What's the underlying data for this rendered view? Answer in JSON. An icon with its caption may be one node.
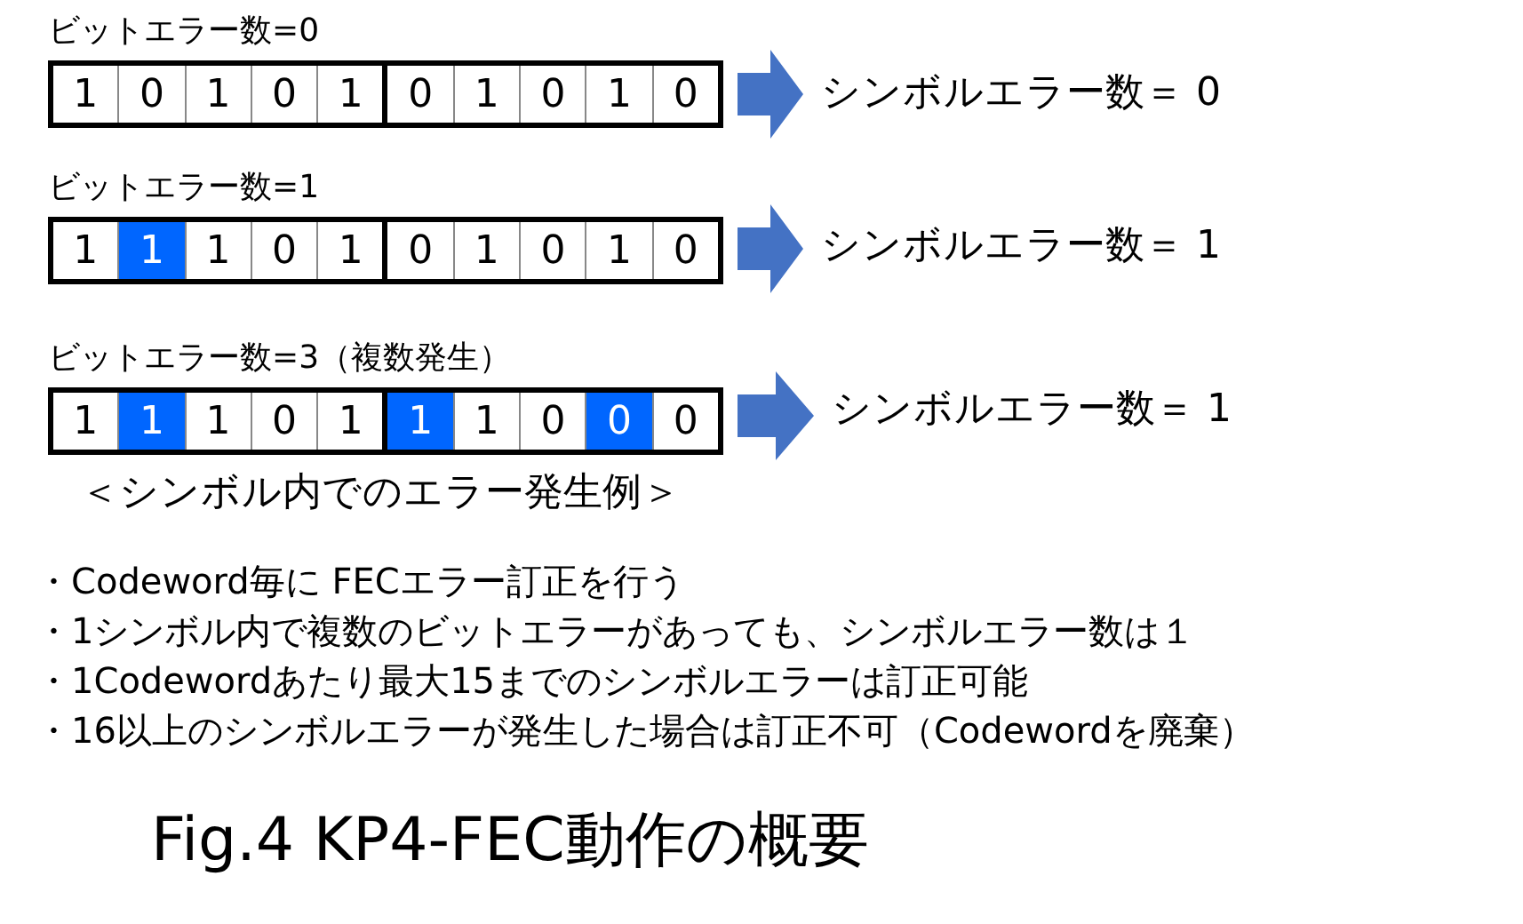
{
  "diagram": {
    "caption": "Fig.4 KP4-FEC動作の概要",
    "nodes": [
      {
        "text": [
          "ビットエラー数=0"
        ]
      },
      {
        "text": [
          "1"
        ],
        "in": 0
      },
      {
        "text": [
          "0"
        ],
        "in": 0
      },
      {
        "text": [
          "1"
        ],
        "in": 0
      },
      {
        "text": [
          "0"
        ],
        "in": 0
      },
      {
        "text": [
          "1"
        ],
        "in": 0
      },
      {
        "text": [
          "0"
        ],
        "in": 0
      },
      {
        "text": [
          "1"
        ],
        "in": 0
      },
      {
        "text": [
          "0"
        ],
        "in": 0
      },
      {
        "text": [
          "1"
        ],
        "in": 0
      },
      {
        "text": [
          "0"
        ],
        "in": 0
      },
      {
        "text": [
          "シンボルエラー数＝ 0"
        ]
      },
      {
        "text": [
          "ビットエラー数=1"
        ]
      },
      {
        "text": [
          "1"
        ],
        "in": 12
      },
      {
        "text": [
          "1"
        ],
        "in": 12
      },
      {
        "text": [
          "1"
        ],
        "in": 12
      },
      {
        "text": [
          "0"
        ],
        "in": 12
      },
      {
        "text": [
          "1"
        ],
        "in": 12
      },
      {
        "text": [
          "0"
        ],
        "in": 12
      },
      {
        "text": [
          "1"
        ],
        "in": 12
      },
      {
        "text": [
          "0"
        ],
        "in": 12
      },
      {
        "text": [
          "1"
        ],
        "in": 12
      },
      {
        "text": [
          "0"
        ],
        "in": 12
      },
      {
        "text": [
          "シンボルエラー数＝ 1"
        ]
      },
      {
        "text": [
          "ビットエラー数=3（複数発生）"
        ]
      },
      {
        "text": [
          "1"
        ],
        "in": 24
      },
      {
        "text": [
          "1"
        ],
        "in": 24
      },
      {
        "text": [
          "1"
        ],
        "in": 24
      },
      {
        "text": [
          "0"
        ],
        "in": 24
      },
      {
        "text": [
          "1"
        ],
        "in": 24
      },
      {
        "text": [
          "1"
        ],
        "in": 24
      },
      {
        "text": [
          "1"
        ],
        "in": 24
      },
      {
        "text": [
          "0"
        ],
        "in": 24
      },
      {
        "text": [
          "0"
        ],
        "in": 24
      },
      {
        "text": [
          "0"
        ],
        "in": 24
      },
      {
        "text": [
          "シンボルエラー数＝ 1"
        ]
      }
    ],
    "edges": [
      {
        "from": 0,
        "to": 11,
        "arrow": "to"
      },
      {
        "from": 12,
        "to": 23,
        "arrow": "to"
      },
      {
        "from": 24,
        "to": 35,
        "arrow": "to"
      }
    ],
    "labels": [
      "＜シンボル内でのエラー発生例＞",
      "・Codeword毎に FECエラー訂正を行う",
      "・1シンボル内で複数のビットエラーがあっても、シンボルエラー数は１",
      "・1Codewordあたり最大15までのシンボルエラーは訂正可能",
      "・16以上のシンボルエラーが発生した場合は訂正不可（Codewordを廃棄）"
    ]
  }
}
